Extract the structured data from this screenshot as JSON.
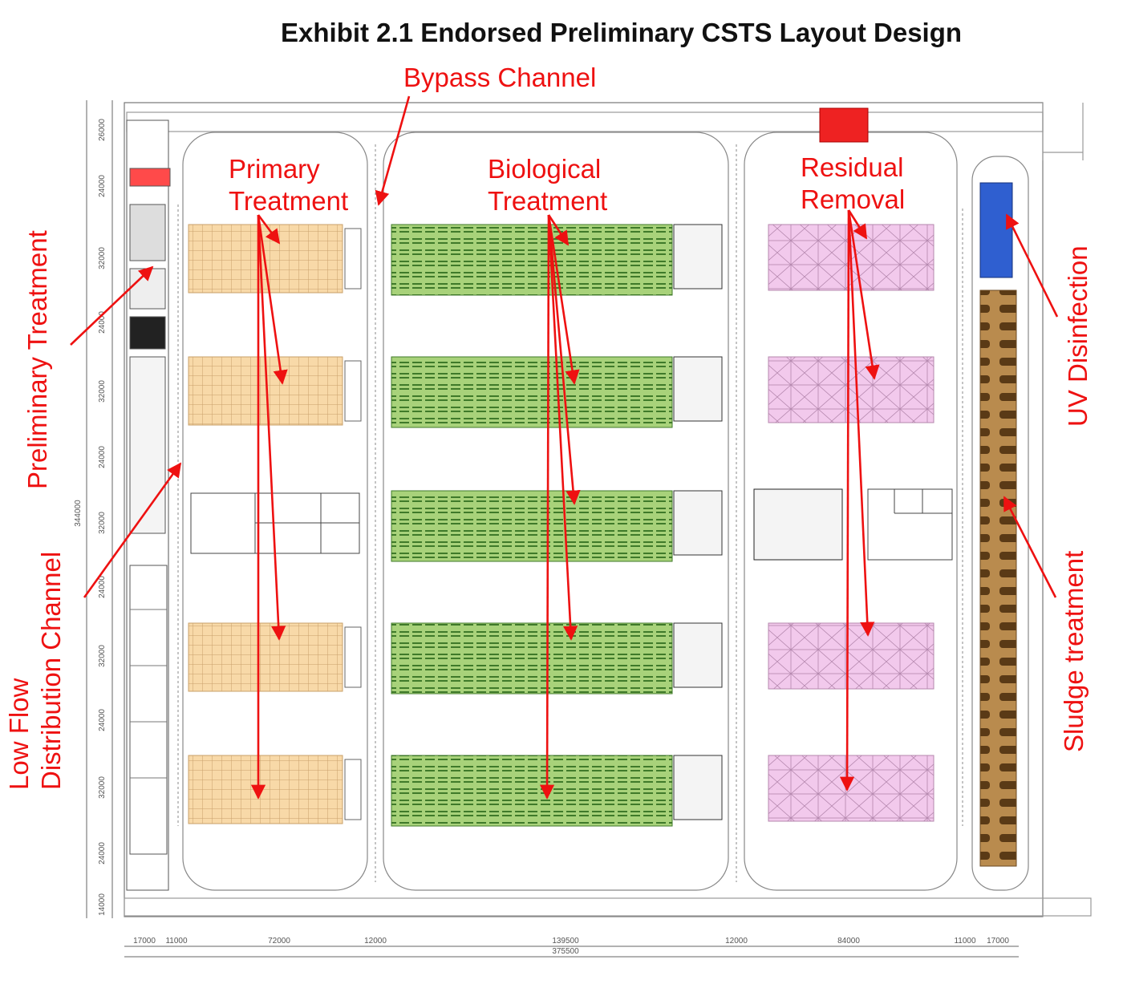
{
  "title": "Exhibit 2.1 Endorsed Preliminary CSTS Layout Design",
  "labels": {
    "bypass": "Bypass Channel",
    "primary_1": "Primary",
    "primary_2": "Treatment",
    "biological_1": "Biological",
    "biological_2": "Treatment",
    "residual_1": "Residual",
    "residual_2": "Removal",
    "preliminary": "Preliminary Treatment",
    "low_flow_1": "Low Flow",
    "low_flow_2": "Distribution Channel",
    "uv": "UV Disinfection",
    "sludge": "Sludge treatment"
  },
  "bottom_dims": [
    "17000",
    "11000",
    "72000",
    "12000",
    "139500",
    "12000",
    "84000",
    "11000",
    "17000"
  ],
  "bottom_total": "375500",
  "left_dims": [
    "26000",
    "24000",
    "32000",
    "24000",
    "32000",
    "24000",
    "32000",
    "24000",
    "32000",
    "24000",
    "32000",
    "24000",
    "14000"
  ],
  "left_total": "344000",
  "colors": {
    "label": "#ee1111",
    "primary": "#f8d9a8",
    "biological": "#a8d27a",
    "residual": "#f2c9ec",
    "uv": "#2f5fd0",
    "sludge": "#b98b4e"
  }
}
